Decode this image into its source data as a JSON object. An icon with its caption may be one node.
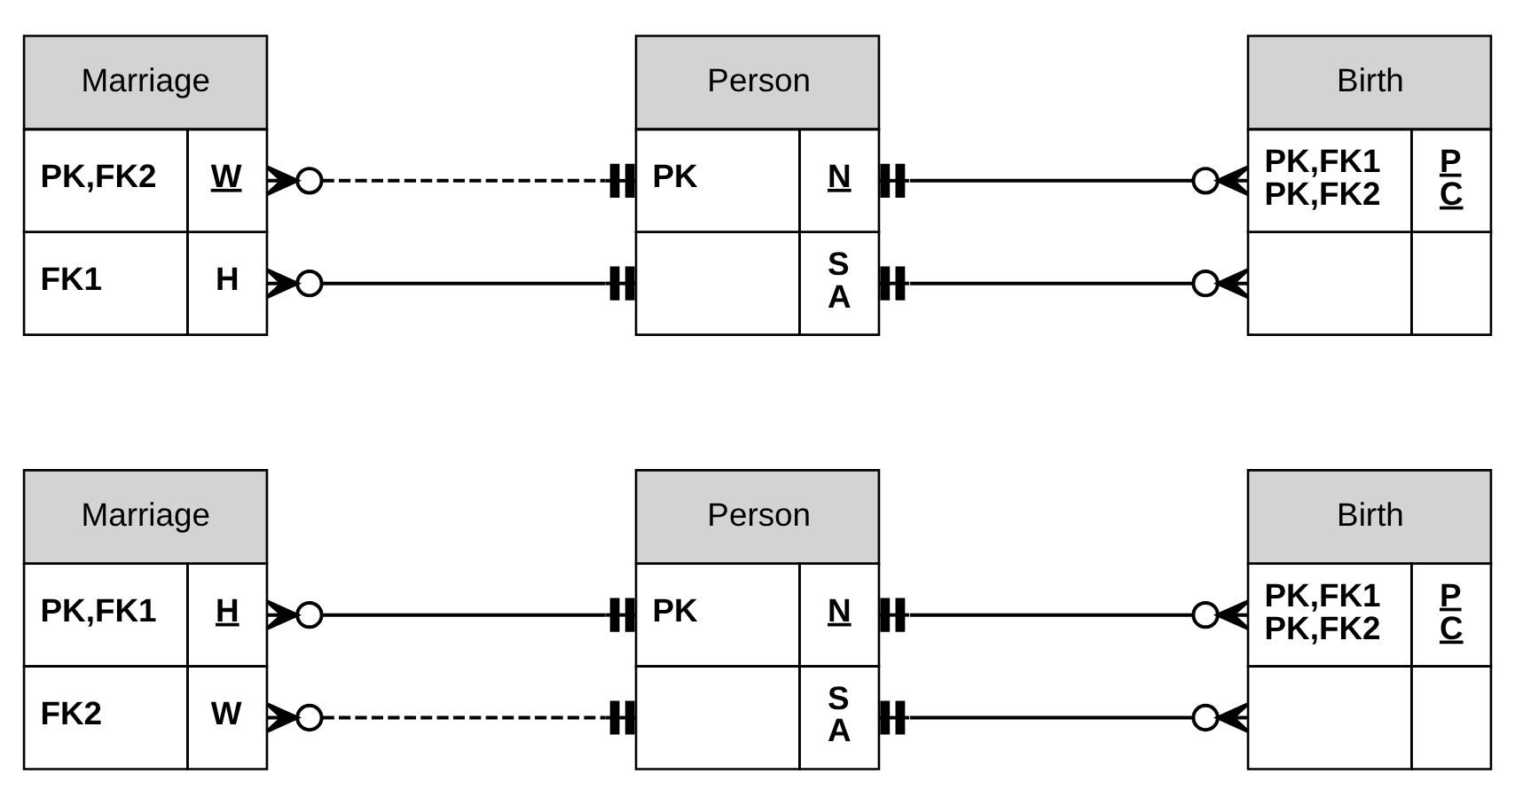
{
  "diagram": {
    "nodes": [
      {
        "text": [
          "Marriage",
          "PK,FK2",
          "W",
          "FK1",
          "H"
        ]
      },
      {
        "text": [
          "Person",
          "PK",
          "N",
          "S A"
        ]
      },
      {
        "text": [
          "Birth",
          "PK,FK1 PK,FK2",
          "P C"
        ]
      },
      {
        "text": [
          "Marriage",
          "PK,FK1",
          "H",
          "FK2",
          "W"
        ]
      },
      {
        "text": [
          "Person",
          "PK",
          "N",
          "S A"
        ]
      },
      {
        "text": [
          "Birth",
          "PK,FK1 PK,FK2",
          "P C"
        ]
      }
    ],
    "edges": [
      {
        "from": 0,
        "to": 1,
        "arrow": "other",
        "style": "dashed"
      },
      {
        "from": 0,
        "to": 1,
        "arrow": "other"
      },
      {
        "from": 1,
        "to": 2,
        "arrow": "other"
      },
      {
        "from": 1,
        "to": 2,
        "arrow": "other"
      },
      {
        "from": 3,
        "to": 4,
        "arrow": "other"
      },
      {
        "from": 3,
        "to": 4,
        "arrow": "other",
        "style": "dashed"
      },
      {
        "from": 4,
        "to": 5,
        "arrow": "other"
      },
      {
        "from": 4,
        "to": 5,
        "arrow": "other"
      }
    ]
  }
}
